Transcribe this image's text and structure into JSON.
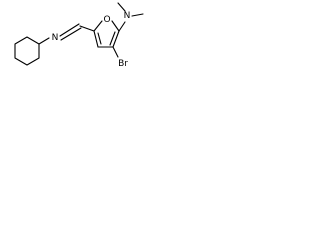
{
  "molecule": {
    "atoms": {
      "ring_oxygen": "O",
      "amine_nitrogen": "N",
      "imine_nitrogen": "N",
      "bromine": "Br"
    }
  }
}
